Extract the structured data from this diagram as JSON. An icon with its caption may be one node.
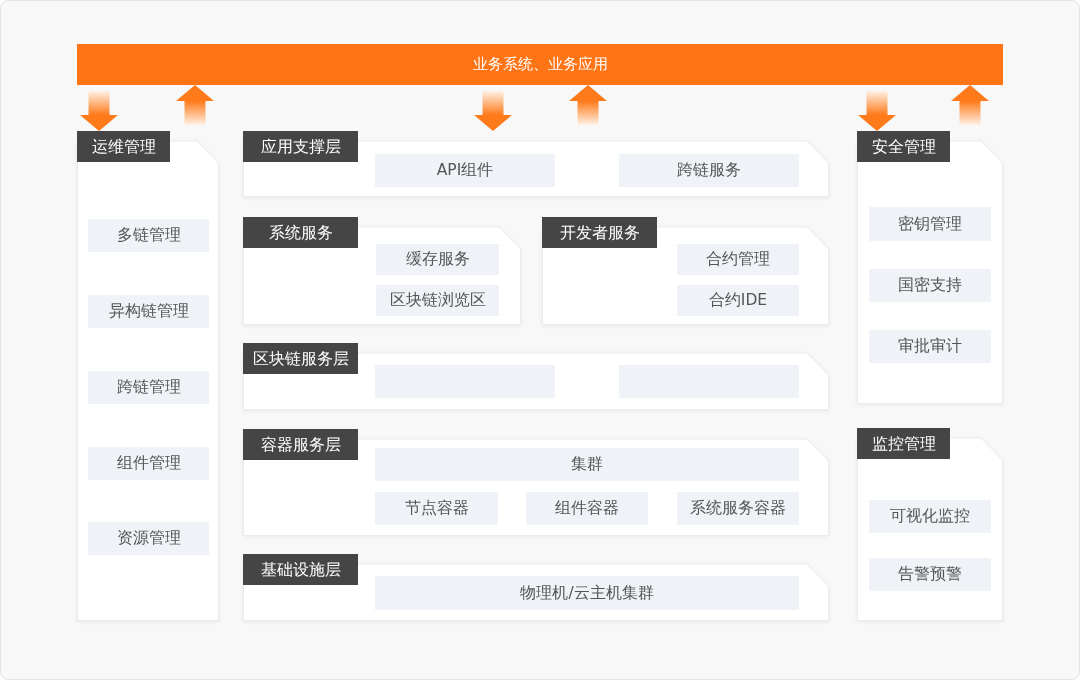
{
  "diagram": {
    "nodes": [
      {
        "text": [
          "业务系统、业务应用"
        ]
      },
      {
        "text": [
          "运维管理"
        ]
      },
      {
        "text": [
          "多链管理"
        ],
        "in": 1
      },
      {
        "text": [
          "异构链管理"
        ],
        "in": 1
      },
      {
        "text": [
          "跨链管理"
        ],
        "in": 1
      },
      {
        "text": [
          "组件管理"
        ],
        "in": 1
      },
      {
        "text": [
          "资源管理"
        ],
        "in": 1
      },
      {
        "text": [
          "应用支撑层"
        ]
      },
      {
        "text": [
          "API组件"
        ],
        "in": 7
      },
      {
        "text": [
          "跨链服务"
        ],
        "in": 7
      },
      {
        "text": [
          "系统服务"
        ]
      },
      {
        "text": [
          "缓存服务"
        ],
        "in": 10
      },
      {
        "text": [
          "区块链浏览区"
        ],
        "in": 10
      },
      {
        "text": [
          "开发者服务"
        ]
      },
      {
        "text": [
          "合约管理"
        ],
        "in": 13
      },
      {
        "text": [
          "合约IDE"
        ],
        "in": 13
      },
      {
        "text": [
          "区块链服务层"
        ]
      },
      {
        "text": [],
        "shape": "box",
        "in": 16
      },
      {
        "text": [],
        "shape": "box",
        "in": 16
      },
      {
        "text": [
          "容器服务层"
        ]
      },
      {
        "text": [
          "集群"
        ],
        "in": 19
      },
      {
        "text": [
          "节点容器"
        ],
        "in": 19
      },
      {
        "text": [
          "组件容器"
        ],
        "in": 19
      },
      {
        "text": [
          "系统服务容器"
        ],
        "in": 19
      },
      {
        "text": [
          "基础设施层"
        ]
      },
      {
        "text": [
          "物理机/云主机集群"
        ],
        "in": 24
      },
      {
        "text": [
          "安全管理"
        ]
      },
      {
        "text": [
          "密钥管理"
        ],
        "in": 26
      },
      {
        "text": [
          "国密支持"
        ],
        "in": 26
      },
      {
        "text": [
          "审批审计"
        ],
        "in": 26
      },
      {
        "text": [
          "监控管理"
        ]
      },
      {
        "text": [
          "可视化监控"
        ],
        "in": 30
      },
      {
        "text": [
          "告警预警"
        ],
        "in": 30
      }
    ],
    "edges": [
      {
        "from": 0,
        "to": 1,
        "arrow": "to"
      },
      {
        "from": 1,
        "to": 0,
        "arrow": "to"
      },
      {
        "from": 0,
        "to": 7,
        "arrow": "to"
      },
      {
        "from": 7,
        "to": 0,
        "arrow": "to"
      },
      {
        "from": 0,
        "to": 26,
        "arrow": "to"
      },
      {
        "from": 26,
        "to": 0,
        "arrow": "to"
      }
    ]
  }
}
